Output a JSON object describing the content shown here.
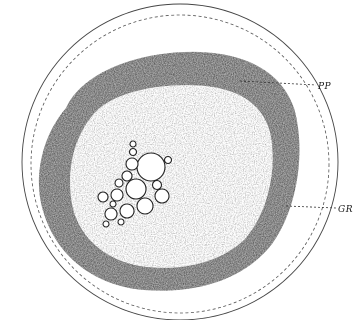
{
  "figure": {
    "labels": [
      {
        "key": "pp",
        "text": "PP"
      },
      {
        "key": "gr",
        "text": "GR"
      }
    ]
  }
}
